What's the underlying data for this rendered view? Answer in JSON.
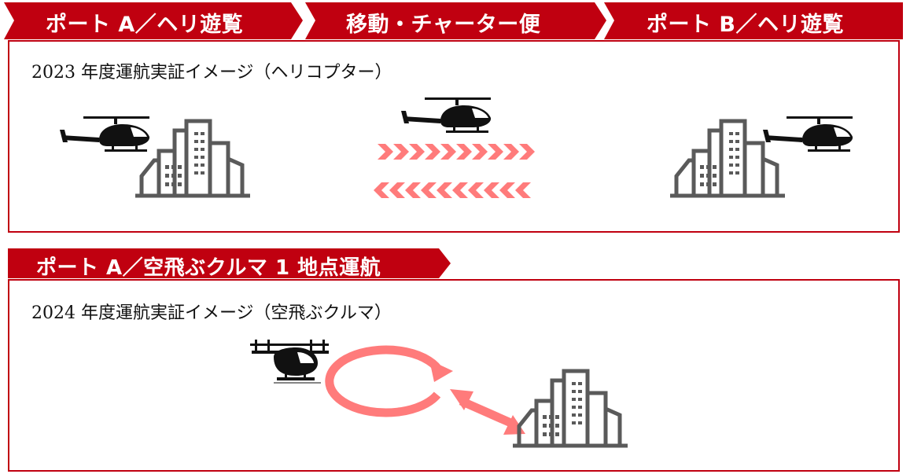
{
  "colors": {
    "accent": "#c00010",
    "arrow": "#ff7b7b",
    "building": "#5a5a5a",
    "aircraft": "#111111"
  },
  "section1": {
    "steps": [
      {
        "label": "ポート A／ヘリ遊覧"
      },
      {
        "label": "移動・チャーター便"
      },
      {
        "label": "ポート B／ヘリ遊覧"
      }
    ],
    "caption": "2023 年度運航実証イメージ（ヘリコプター）",
    "icons": [
      "helicopter-icon",
      "building-icon",
      "chevron-arrow-right",
      "chevron-arrow-left"
    ]
  },
  "section2": {
    "title": "ポート A／空飛ぶクルマ 1 地点運航",
    "caption": "2024 年度運航実証イメージ（空飛ぶクルマ）",
    "icons": [
      "evtol-icon",
      "loop-arrow",
      "double-arrow",
      "building-icon"
    ]
  }
}
